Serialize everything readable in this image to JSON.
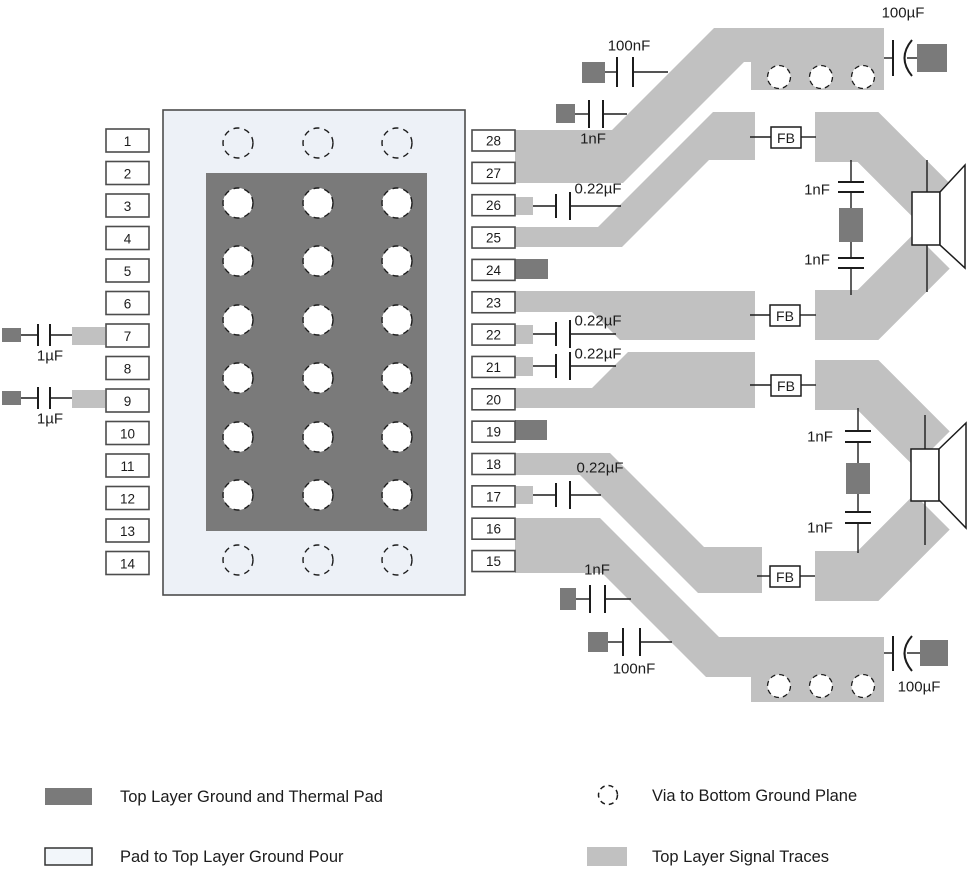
{
  "chip": {
    "left_pins": [
      "1",
      "2",
      "3",
      "4",
      "5",
      "6",
      "7",
      "8",
      "9",
      "10",
      "11",
      "12",
      "13",
      "14"
    ],
    "right_pins": [
      "28",
      "27",
      "26",
      "25",
      "24",
      "23",
      "22",
      "21",
      "20",
      "19",
      "18",
      "17",
      "16",
      "15"
    ]
  },
  "labels": {
    "fb": "FB",
    "c100uf": "100µF",
    "c100nf": "100nF",
    "c1nf": "1nF",
    "c022uf": "0.22µF",
    "c1uf": "1µF"
  },
  "legend": {
    "thermal_pad_label": "Top Layer Ground and Thermal Pad",
    "via_label": "Via to Bottom Ground Plane",
    "ground_pour_label": "Pad to Top Layer Ground Pour",
    "signal_traces_label": "Top Layer Signal Traces"
  },
  "colors": {
    "signal_trace": "#c1c1c1",
    "ground_dark": "#7a7a7a",
    "ground_pour_pad": "#edf1f7",
    "outline": "#4d4d4d"
  }
}
